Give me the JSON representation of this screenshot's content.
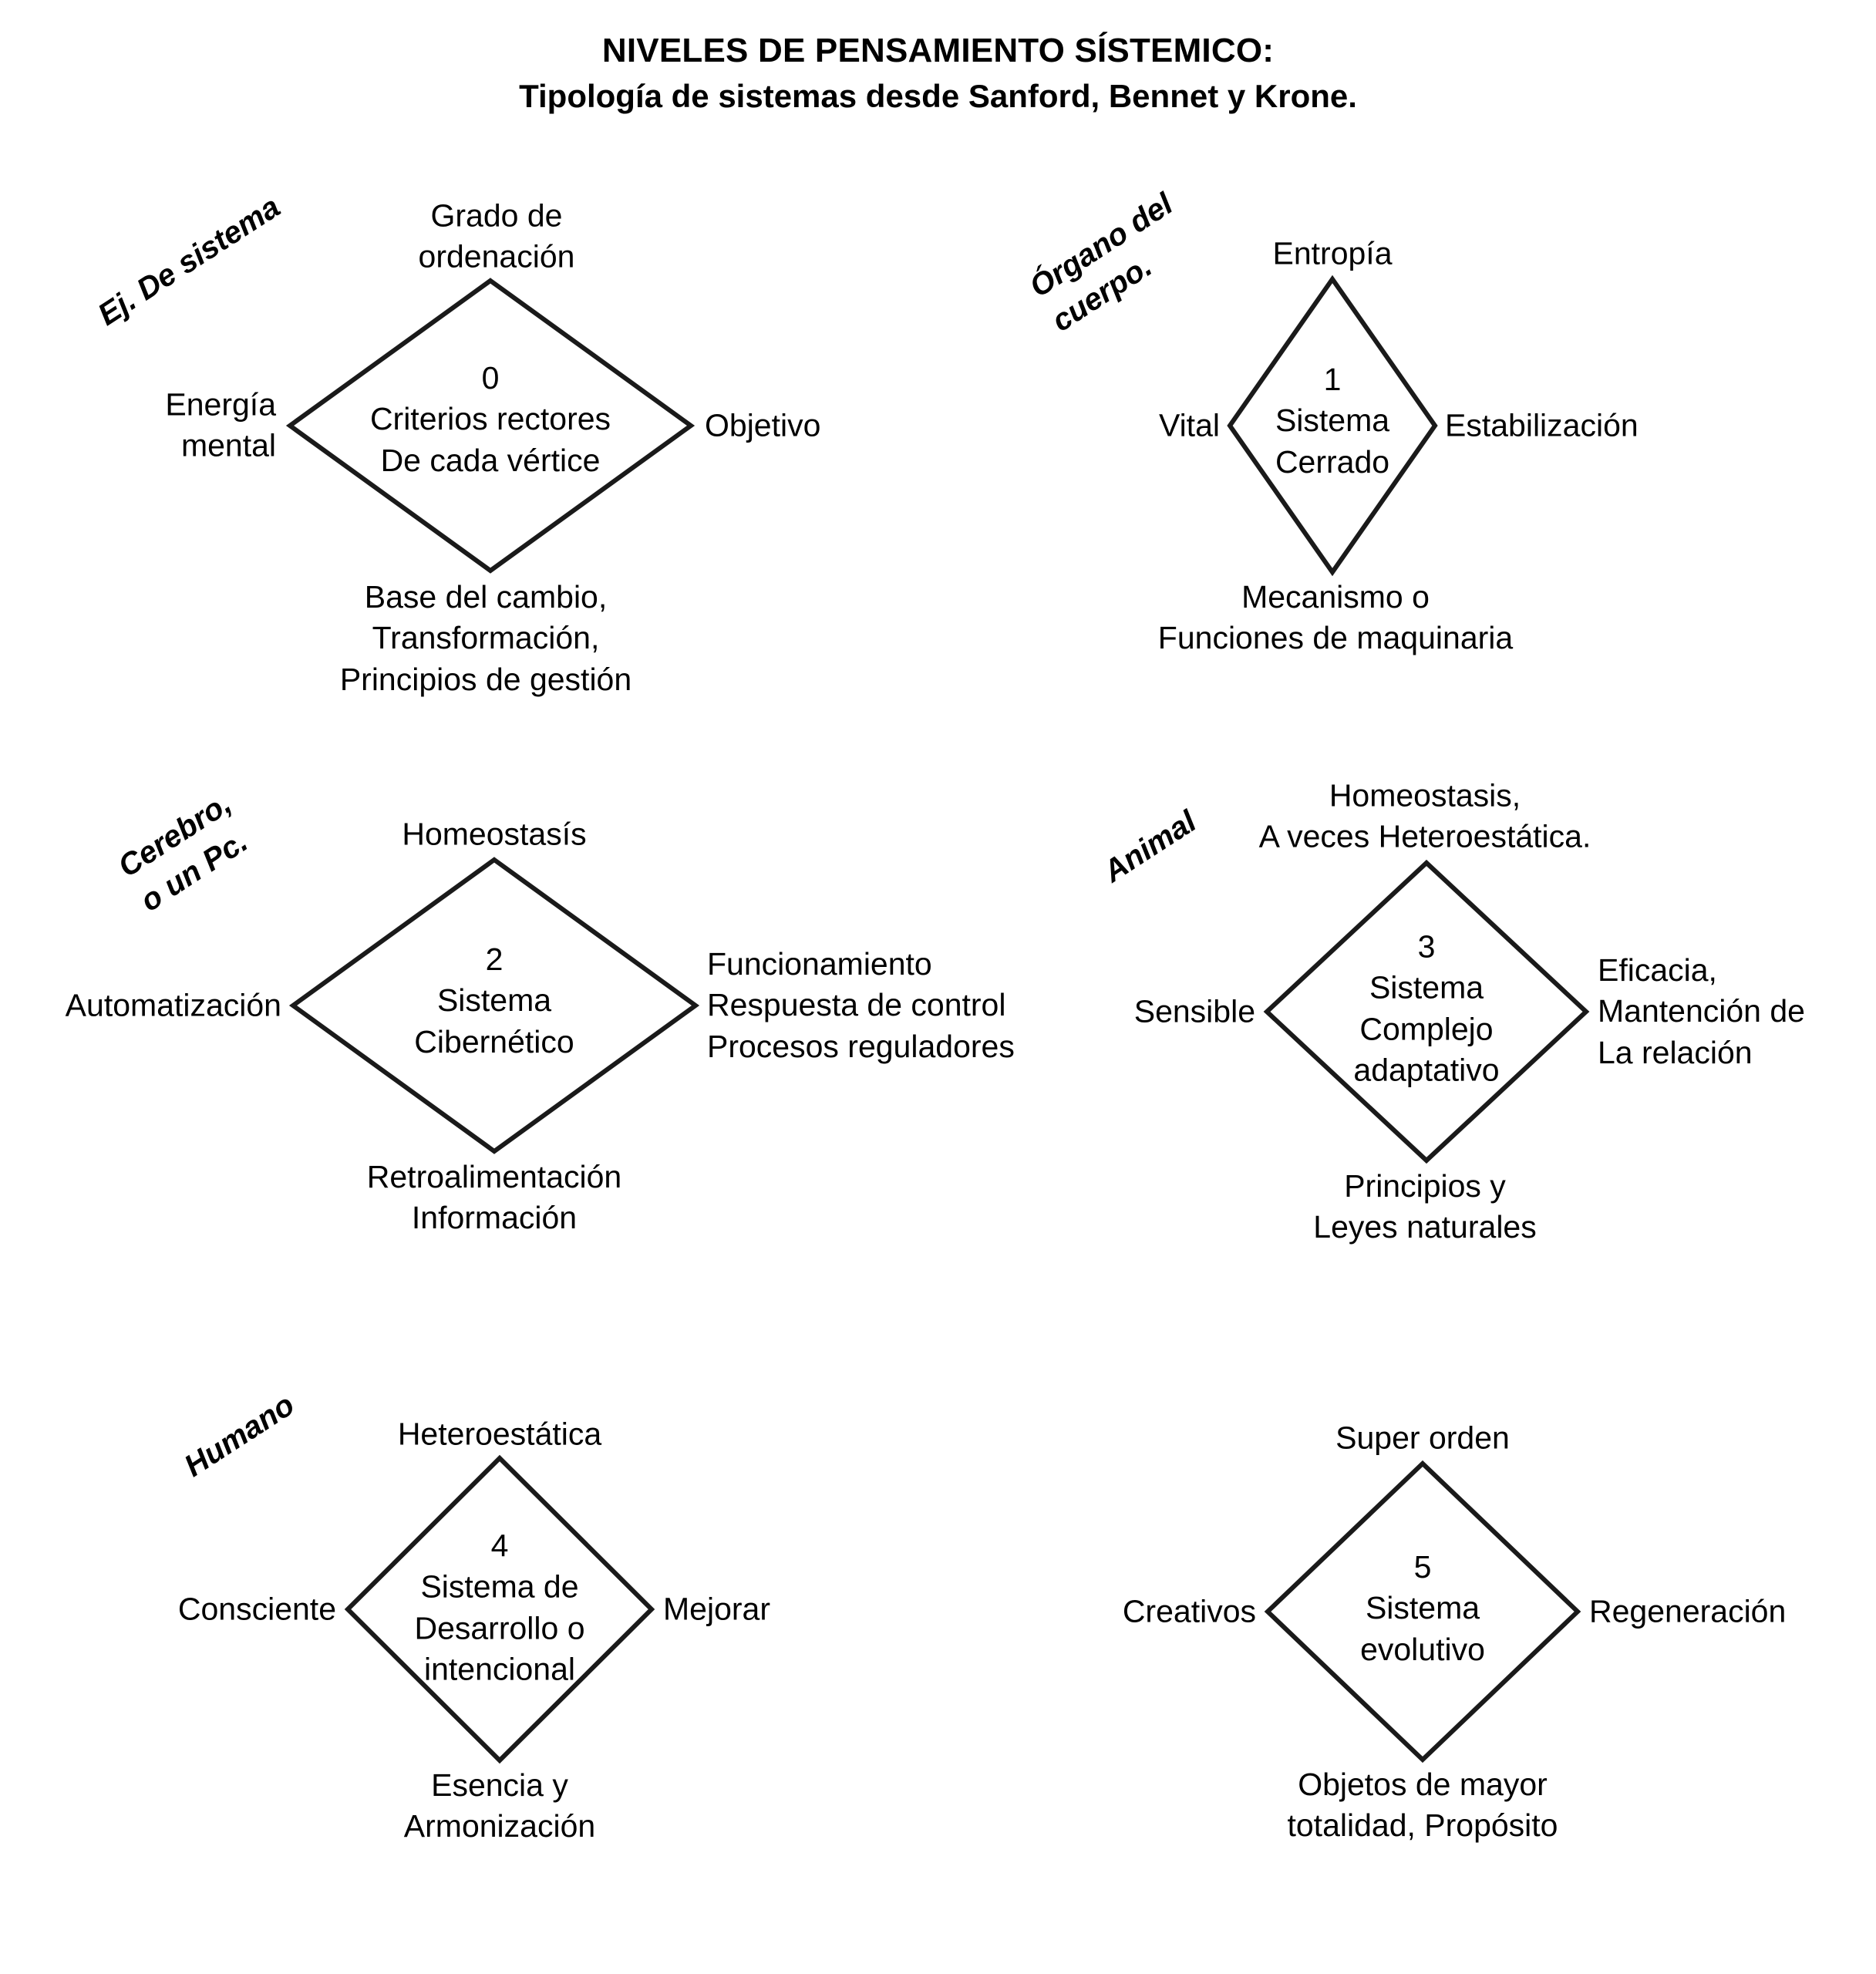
{
  "title": {
    "line1": "NIVELES DE PENSAMIENTO SÍSTEMICO:",
    "line2": "Tipología de sistemas desde Sanford, Bennet y Krone."
  },
  "colors": {
    "background": "#ffffff",
    "stroke": "#1a1a1a",
    "text": "#000000"
  },
  "diagrams": [
    {
      "id": "level-0",
      "level": "0",
      "category": "Ej. De sistema",
      "center": "0\nCriterios rectores\nDe cada vértice",
      "top": "Grado de\nordenación",
      "left": "Energía\nmental",
      "right": "Objetivo",
      "bottom": "Base del cambio,\nTransformación,\nPrincipios de gestión"
    },
    {
      "id": "level-1",
      "level": "1",
      "category": "Órgano del\ncuerpo.",
      "center": "1\nSistema\nCerrado",
      "top": "Entropía",
      "left": "Vital",
      "right": "Estabilización",
      "bottom": "Mecanismo o\nFunciones de maquinaria"
    },
    {
      "id": "level-2",
      "level": "2",
      "category": "Cerebro,\no un Pc.",
      "center": "2\nSistema\nCibernético",
      "top": "Homeostasís",
      "left": "Automatización",
      "right": "Funcionamiento\nRespuesta de control\nProcesos reguladores",
      "bottom": "Retroalimentación\nInformación"
    },
    {
      "id": "level-3",
      "level": "3",
      "category": "Animal",
      "center": "3\nSistema\nComplejo\nadaptativo",
      "top": "Homeostasis,\nA veces Heteroestática.",
      "left": "Sensible",
      "right": "Eficacia,\nMantención de\nLa relación",
      "bottom": "Principios y\nLeyes naturales"
    },
    {
      "id": "level-4",
      "level": "4",
      "category": "Humano",
      "center": "4\nSistema de\nDesarrollo o\nintencional",
      "top": "Heteroestática",
      "left": "Consciente",
      "right": "Mejorar",
      "bottom": "Esencia y\nArmonización"
    },
    {
      "id": "level-5",
      "level": "5",
      "category": "",
      "center": "5\nSistema\nevolutivo",
      "top": "Super orden",
      "left": "Creativos",
      "right": "Regeneración",
      "bottom": "Objetos de mayor\ntotalidad, Propósito"
    }
  ]
}
